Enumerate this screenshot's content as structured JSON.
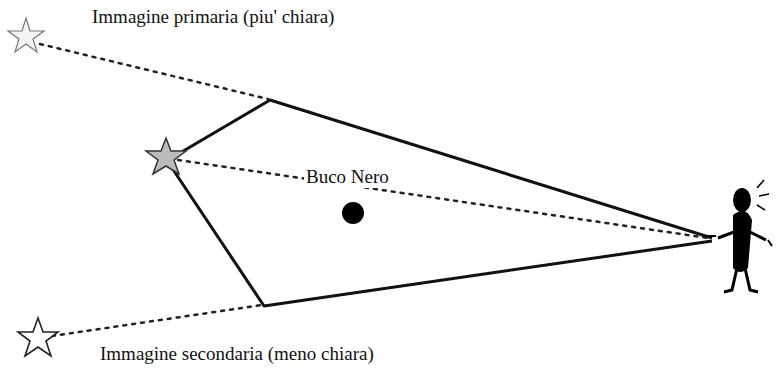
{
  "diagram": {
    "labels": [
      "Immagine primaria (piu' chiara)",
      "Buco Nero",
      "Immagine secondaria (meno chiara)"
    ]
  }
}
